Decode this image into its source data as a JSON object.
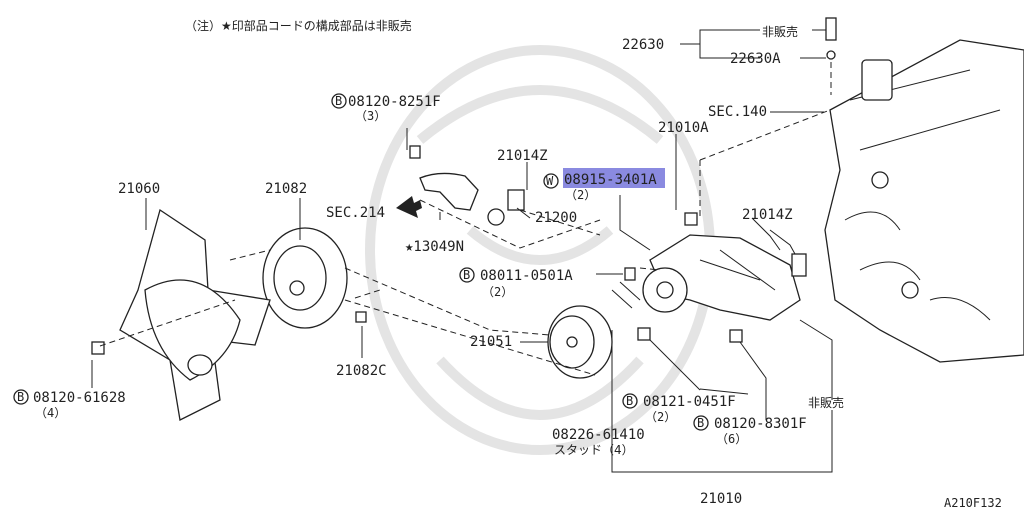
{
  "diagram": {
    "note": "（注）★印部品コードの構成部品は非販売",
    "labels": {
      "p22630": "22630",
      "not_for_sale_top": "非販売",
      "p22630A": "22630A",
      "sec140": "SEC.140",
      "p21010A": "21010A",
      "p21014Z_left": "21014Z",
      "p21014Z_right": "21014Z",
      "bolt_08120_8251F": "08120-8251F",
      "qty_3": "（3）",
      "washer_08915_3401A": "08915-3401A",
      "qty_2_washer": "（2）",
      "p21060": "21060",
      "p21082": "21082",
      "sec214": "SEC.214",
      "p21200": "21200",
      "p13049N": "★13049N",
      "bolt_08011_0501A": "08011-0501A",
      "qty_2_08011": "（2）",
      "p21051": "21051",
      "p21082C": "21082C",
      "bolt_08120_61628": "08120-61628",
      "qty_4_61628": "（4）",
      "bolt_08121_0451F": "08121-0451F",
      "qty_2_0451F": "（2）",
      "bolt_08120_8301F": "08120-8301F",
      "qty_6": "（6）",
      "not_for_sale_right": "非販売",
      "stud_08226_61410": "08226-61410",
      "stud_qty": "スタッド（4）",
      "p21010": "21010",
      "figure_code": "A210F132"
    },
    "markers": {
      "bolt": "B",
      "washer": "W"
    },
    "highlight_color": "#8a8ae0"
  }
}
